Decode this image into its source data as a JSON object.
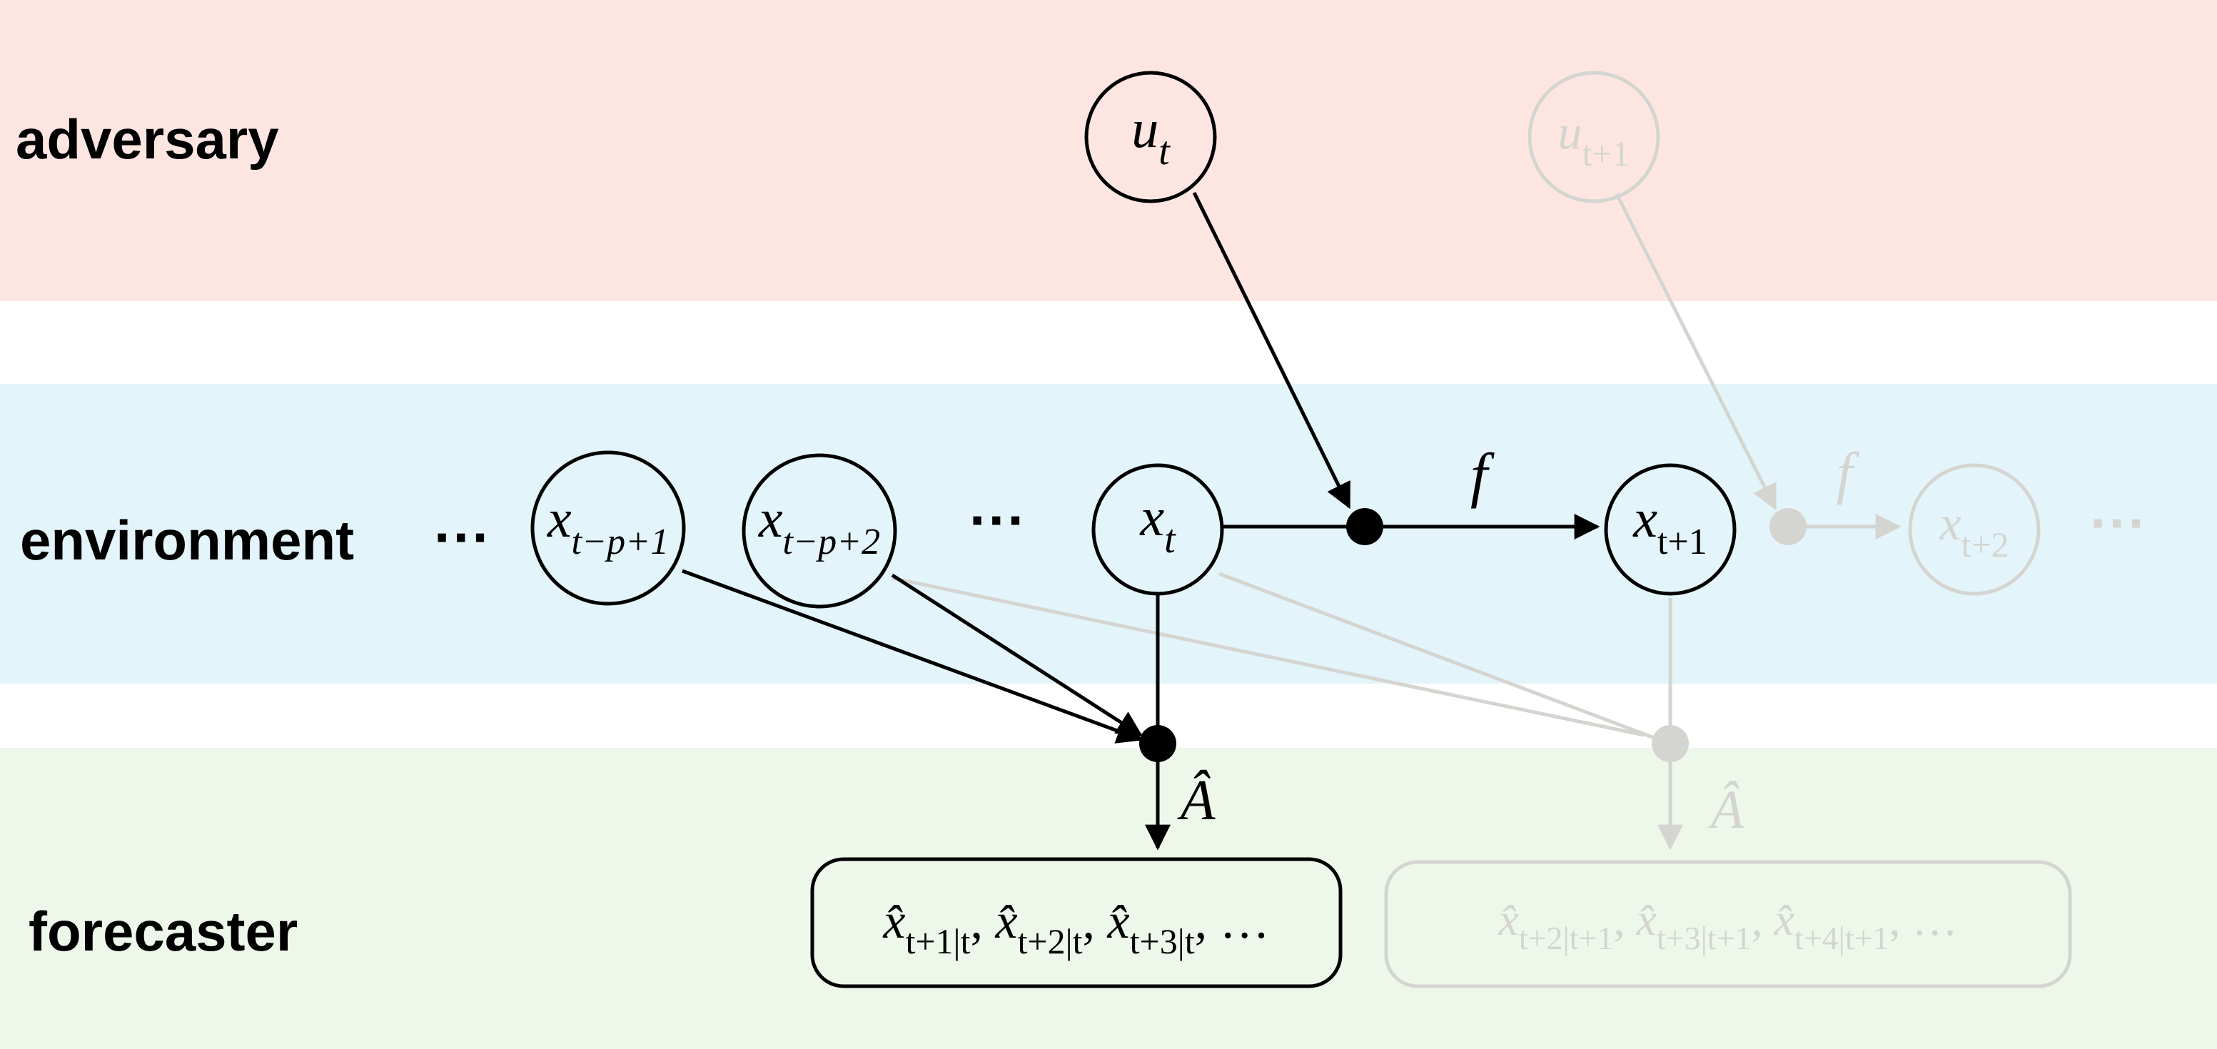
{
  "colors": {
    "adversary_band": "#fde6e2",
    "environment_band": "#e4f4fb",
    "forecaster_band": "#edf8ea",
    "active": "#000000",
    "faded": "#cfd0cc"
  },
  "lanes": {
    "adversary": "adversary",
    "environment": "environment",
    "forecaster": "forecaster"
  },
  "nodes": {
    "u_t": {
      "base": "u",
      "sub": "t"
    },
    "u_t1": {
      "base": "u",
      "sub": "t+1"
    },
    "x_tp1": {
      "base": "x",
      "sub": "t−p+1"
    },
    "x_tp2": {
      "base": "x",
      "sub": "t−p+2"
    },
    "x_t": {
      "base": "x",
      "sub": "t"
    },
    "x_t1": {
      "base": "x",
      "sub": "t+1"
    },
    "x_t2": {
      "base": "x",
      "sub": "t+2"
    }
  },
  "edge_labels": {
    "f": "f",
    "A_hat": "Â"
  },
  "ellipsis": "···",
  "forecasts": {
    "current": [
      {
        "base": "x̂",
        "sub": "t+1|t"
      },
      {
        "base": "x̂",
        "sub": "t+2|t"
      },
      {
        "base": "x̂",
        "sub": "t+3|t"
      }
    ],
    "next": [
      {
        "base": "x̂",
        "sub": "t+2|t+1"
      },
      {
        "base": "x̂",
        "sub": "t+3|t+1"
      },
      {
        "base": "x̂",
        "sub": "t+4|t+1"
      }
    ],
    "separator": ", ",
    "tail": "…"
  }
}
